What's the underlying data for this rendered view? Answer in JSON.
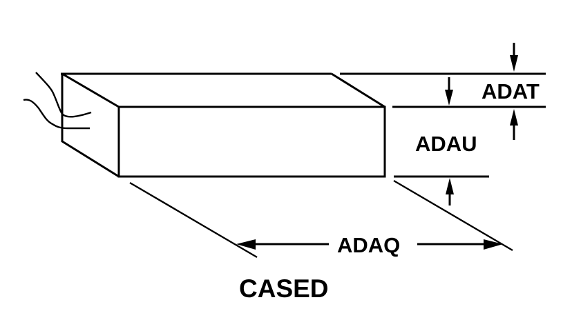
{
  "diagram": {
    "title": "CASED",
    "dimensions": {
      "thickness": "ADAT",
      "height": "ADAU",
      "length": "ADAQ"
    },
    "colors": {
      "line": "#000000",
      "background": "#ffffff"
    }
  }
}
